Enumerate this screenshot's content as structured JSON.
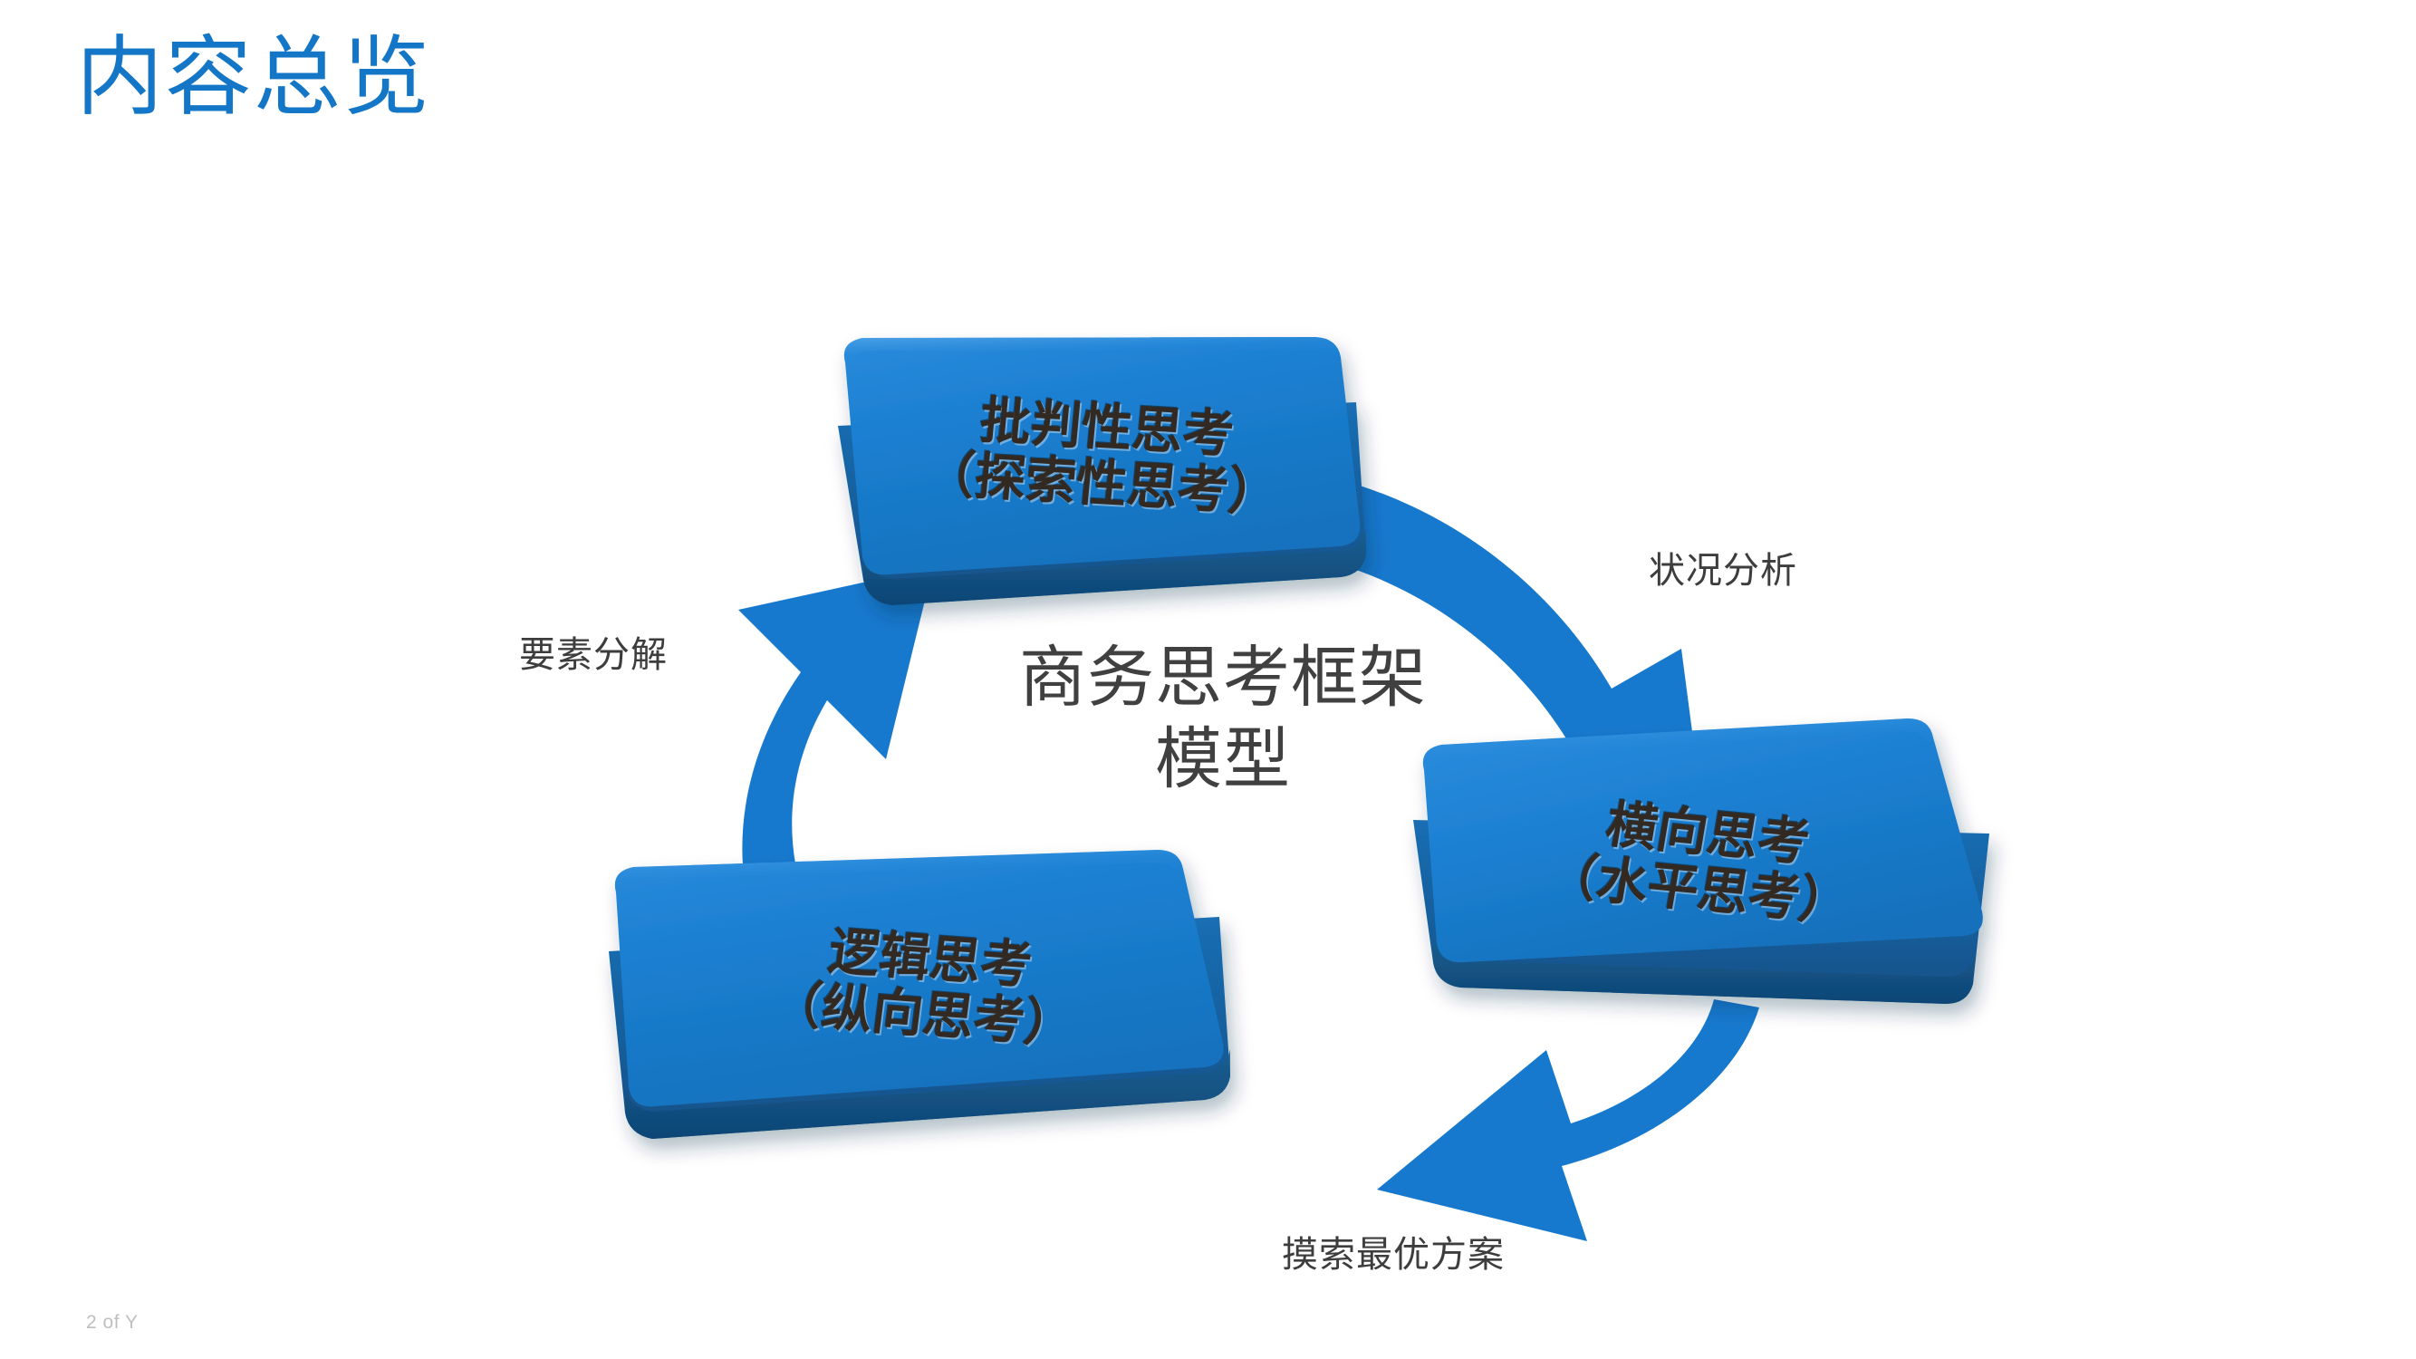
{
  "slide": {
    "title": "内容总览",
    "title_color": "#1476C6",
    "background_color": "#FFFFFF",
    "footer": "2 of Y",
    "footer_color": "#BFBFBF"
  },
  "diagram": {
    "type": "cycle",
    "center_caption": {
      "line1": "商务思考框架",
      "line2": "模型",
      "color": "#404040"
    },
    "node_fill": "#1C7FD1",
    "node_side": "#155E9C",
    "node_shadow": "#11406B",
    "arrow_color": "#1779CE",
    "nodes": [
      {
        "id": "critical-thinking",
        "line1": "批判性思考",
        "line2": "（探索性思考）",
        "position": "top"
      },
      {
        "id": "lateral-thinking",
        "line1": "横向思考",
        "line2": "（水平思考）",
        "position": "right"
      },
      {
        "id": "logical-thinking",
        "line1": "逻辑思考",
        "line2": "（纵向思考）",
        "position": "bottom-left"
      }
    ],
    "connectors": [
      {
        "id": "situation-analysis",
        "label": "状况分析",
        "from": "critical-thinking",
        "to": "lateral-thinking"
      },
      {
        "id": "best-solution",
        "label": "摸索最优方案",
        "from": "lateral-thinking",
        "to": "logical-thinking"
      },
      {
        "id": "factor-breakdown",
        "label": "要素分解",
        "from": "logical-thinking",
        "to": "critical-thinking"
      }
    ]
  }
}
